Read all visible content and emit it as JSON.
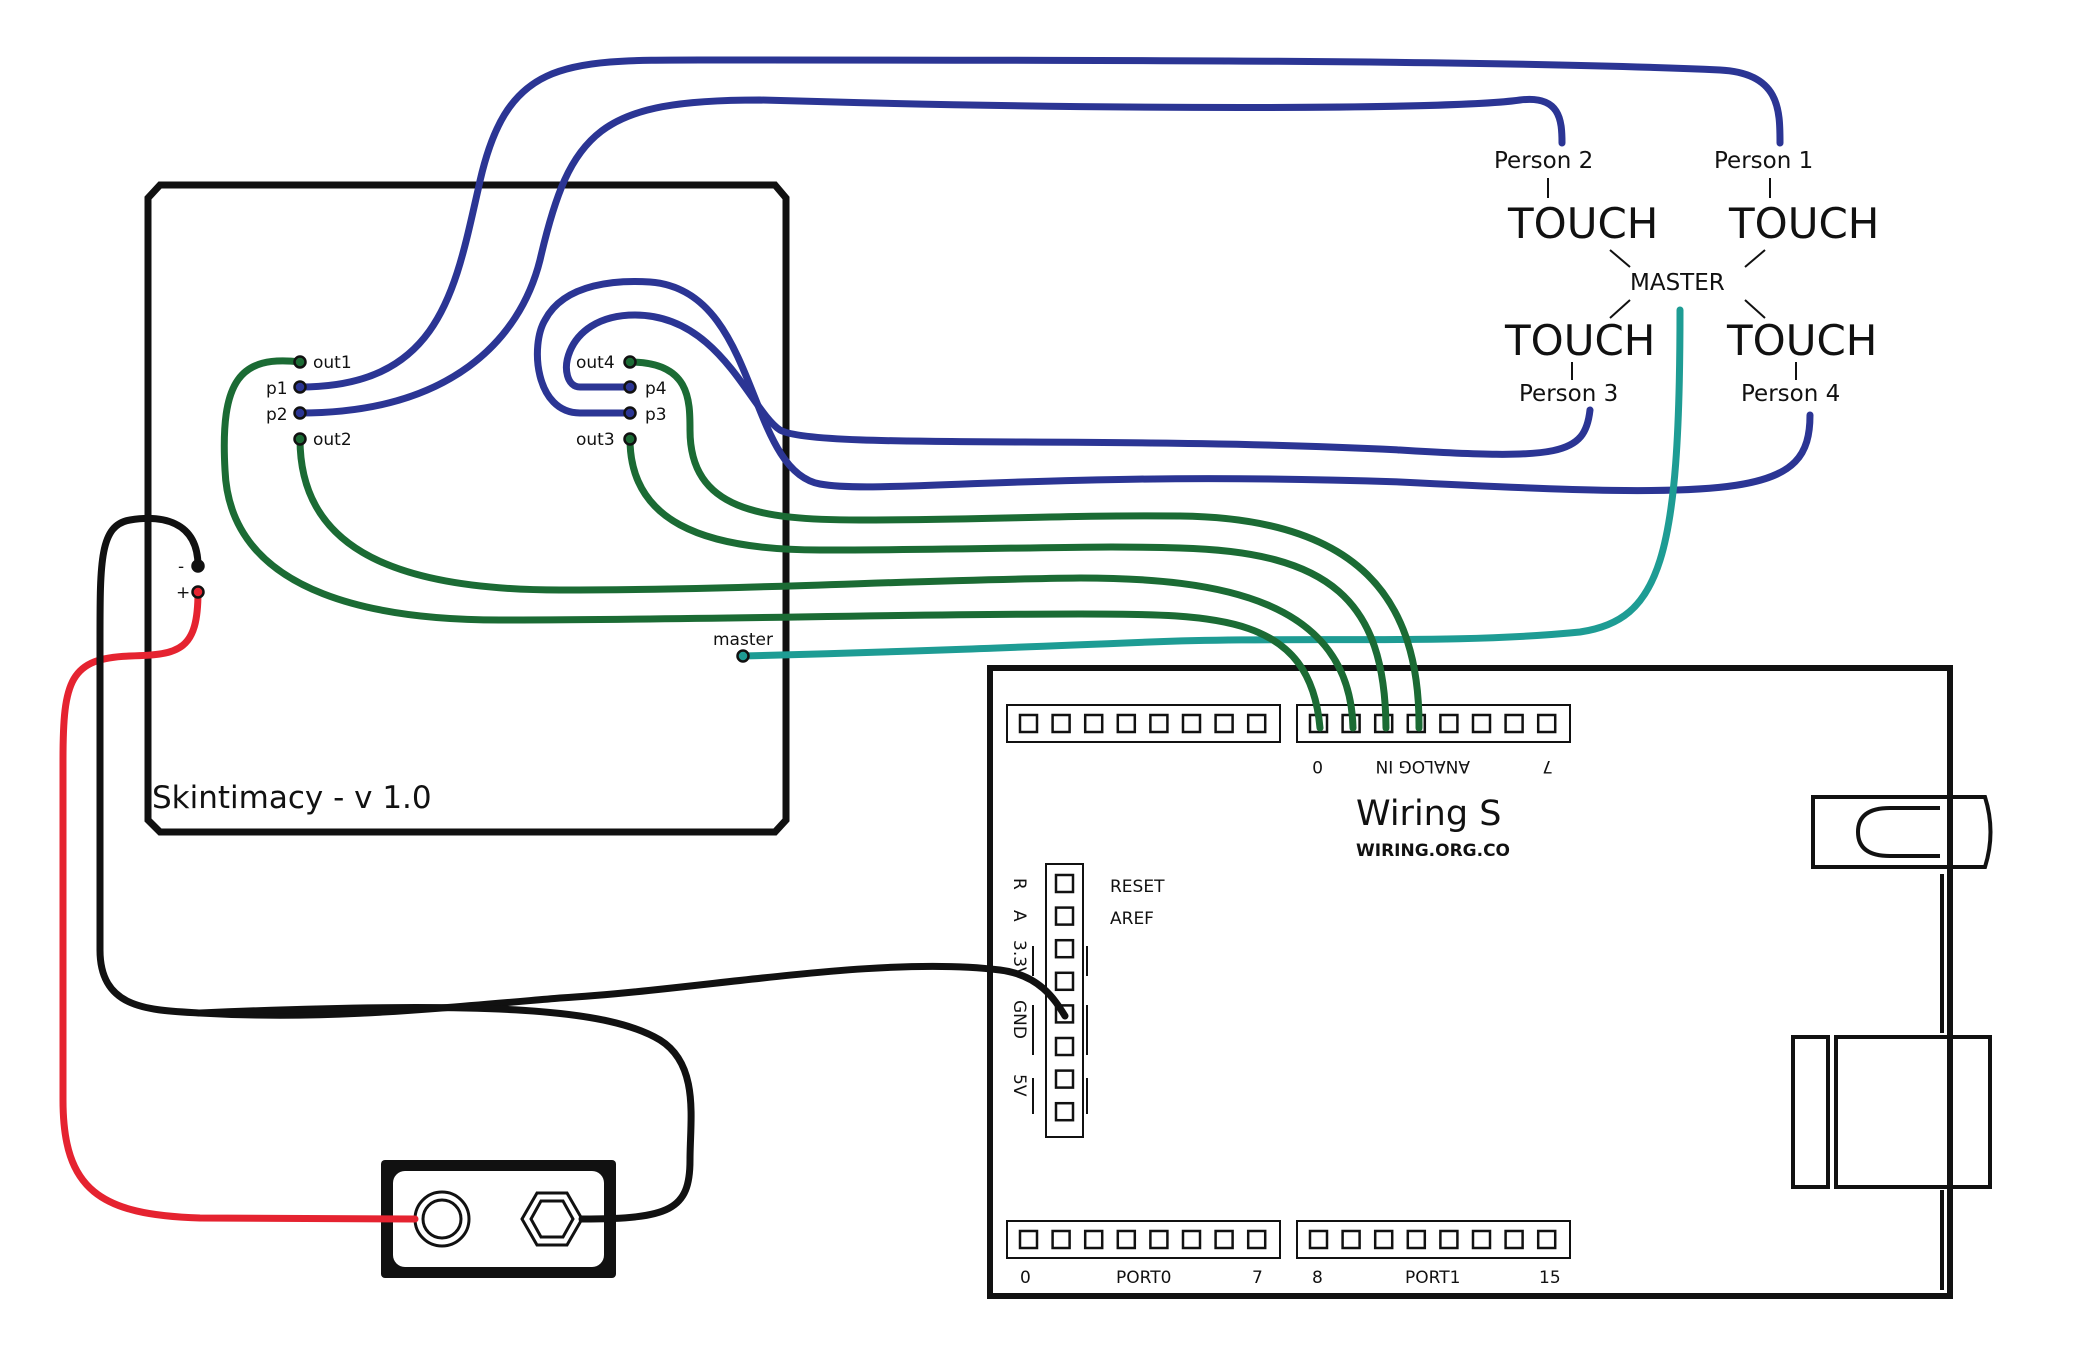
{
  "colors": {
    "wire_blue": "#2b3594",
    "wire_green": "#1b6b34",
    "wire_teal": "#1e9c94",
    "wire_red": "#e52330",
    "wire_black": "#111111"
  },
  "skintimacy": {
    "title": "Skintimacy  -  v 1.0",
    "pins": {
      "out1": "out1",
      "p1": "p1",
      "p2": "p2",
      "out2": "out2",
      "out4": "out4",
      "p4": "p4",
      "p3": "p3",
      "out3": "out3",
      "master": "master",
      "minus": "-",
      "plus": "+"
    }
  },
  "touch_diagram": {
    "touch_label": "TOUCH",
    "master_label": "MASTER",
    "person1": "Person 1",
    "person2": "Person 2",
    "person3": "Person 3",
    "person4": "Person 4"
  },
  "board": {
    "name": "Wiring S",
    "url": "WIRING.ORG.CO",
    "analog_start": "0",
    "analog_label": "ANALOG IN",
    "analog_end": "7",
    "reset": "RESET",
    "aref": "AREF",
    "side_r": "R",
    "side_a": "A",
    "v33": "3.3V",
    "gnd": "GND",
    "v5": "5V",
    "port0_start": "0",
    "port0_label": "PORT0",
    "port0_end": "7",
    "port1_start": "8",
    "port1_label": "PORT1",
    "port1_end": "15"
  }
}
